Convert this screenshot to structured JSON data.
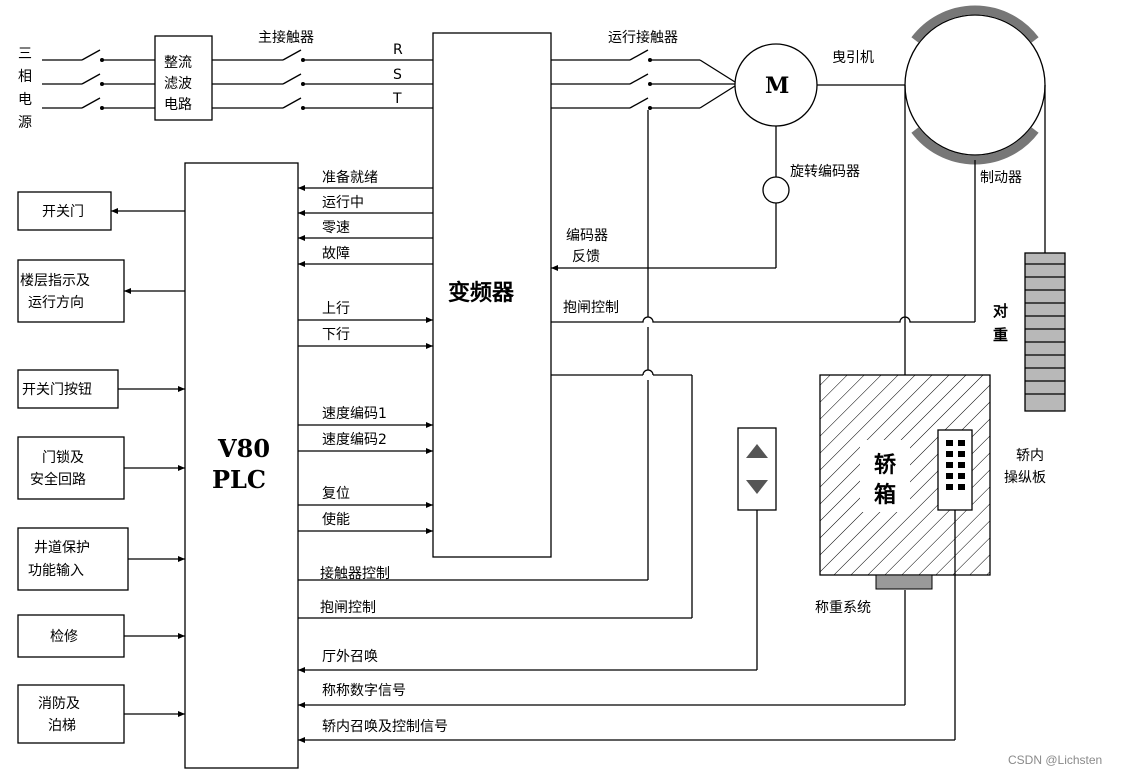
{
  "power": {
    "source_chars": [
      "三",
      "相",
      "电",
      "源"
    ],
    "rectifier_lines": [
      "整流",
      "滤波",
      "电路"
    ],
    "main_contactor": "主接触器",
    "phases": [
      "R",
      "S",
      "T"
    ],
    "run_contactor": "运行接触器",
    "motor": "M",
    "traction": "曳引机",
    "encoder": "旋转编码器",
    "brake": "制动器",
    "counterweight": [
      "对",
      "重"
    ]
  },
  "vfd": {
    "title": "变频器",
    "outputs": [
      "准备就绪",
      "运行中",
      "零速",
      "故障"
    ],
    "dir_inputs": [
      "上行",
      "下行"
    ],
    "speed_inputs": [
      "速度编码1",
      "速度编码2"
    ],
    "ctrl_inputs": [
      "复位",
      "使能"
    ],
    "encoder_feedback": [
      "编码器",
      "反馈"
    ],
    "brake_control": "抱闸控制"
  },
  "plc": {
    "line1": "V80",
    "line2": "PLC"
  },
  "left_boxes": [
    [
      "开关门"
    ],
    [
      "楼层指示及",
      "运行方向"
    ],
    [
      "开关门按钮"
    ],
    [
      "门锁及",
      "安全回路"
    ],
    [
      "井道保护",
      "功能输入"
    ],
    [
      "检修"
    ],
    [
      "消防及",
      "泊梯"
    ]
  ],
  "plc_bottom_signals": [
    "接触器控制",
    "抱闸控制",
    "厅外召唤",
    "称称数字信号",
    "轿内召唤及控制信号"
  ],
  "car": {
    "label": [
      "轿",
      "箱"
    ],
    "panel_label": [
      "轿内",
      "操纵板"
    ],
    "weighing": "称重系统"
  },
  "watermark": "CSDN @Lichsten"
}
